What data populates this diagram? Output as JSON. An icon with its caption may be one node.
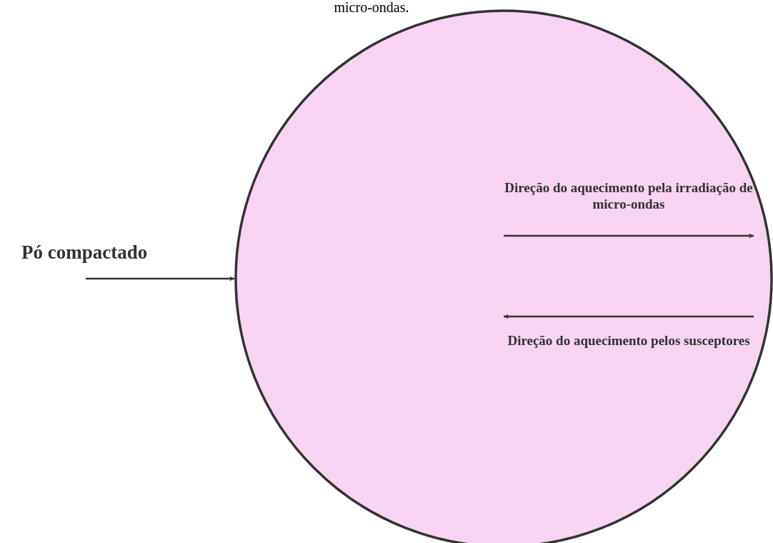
{
  "diagram": {
    "nodes": [
      {
        "text": [
          "Pó compactado"
        ]
      },
      {
        "text": [],
        "shape": "circle"
      }
    ],
    "edges": [
      {
        "from": 0,
        "to": 1,
        "arrow": "to"
      }
    ],
    "labels": [
      "micro-ondas.",
      "Direção do aquecimento pela irradiação de micro-ondas",
      "Direção do aquecimento pelos susceptores"
    ]
  }
}
